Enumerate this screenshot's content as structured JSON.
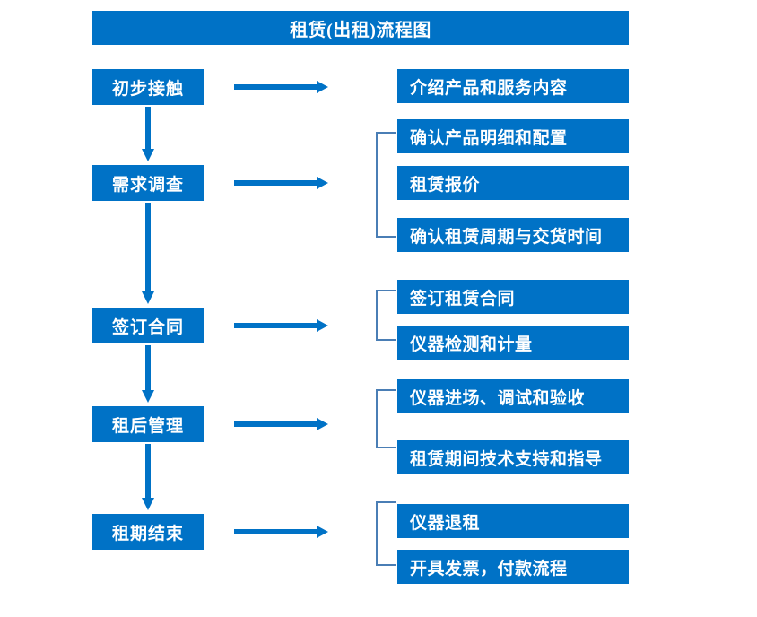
{
  "title": "租赁(出租)流程图",
  "colors": {
    "box_blue": "#0072C6",
    "bracket_blue": "#4A7EB5",
    "arrow_blue": "#0072C6",
    "text_white": "#FFFFFF",
    "background": "#FFFFFF"
  },
  "stages": [
    {
      "id": "stage-1",
      "label": "初步接触"
    },
    {
      "id": "stage-2",
      "label": "需求调查"
    },
    {
      "id": "stage-3",
      "label": "签订合同"
    },
    {
      "id": "stage-4",
      "label": "租后管理"
    },
    {
      "id": "stage-5",
      "label": "租期结束"
    }
  ],
  "details": [
    {
      "id": "detail-1-1",
      "label": "介绍产品和服务内容"
    },
    {
      "id": "detail-2-1",
      "label": "确认产品明细和配置"
    },
    {
      "id": "detail-2-2",
      "label": "租赁报价"
    },
    {
      "id": "detail-2-3",
      "label": "确认租赁周期与交货时间"
    },
    {
      "id": "detail-3-1",
      "label": "签订租赁合同"
    },
    {
      "id": "detail-3-2",
      "label": "仪器检测和计量"
    },
    {
      "id": "detail-4-1",
      "label": "仪器进场、调试和验收"
    },
    {
      "id": "detail-4-2",
      "label": "租赁期间技术支持和指导"
    },
    {
      "id": "detail-5-1",
      "label": "仪器退租"
    },
    {
      "id": "detail-5-2",
      "label": "开具发票，付款流程"
    }
  ],
  "connectors": {
    "horizontal_arrow_count": 5,
    "vertical_arrow_count": 4,
    "bracket_count": 4
  }
}
